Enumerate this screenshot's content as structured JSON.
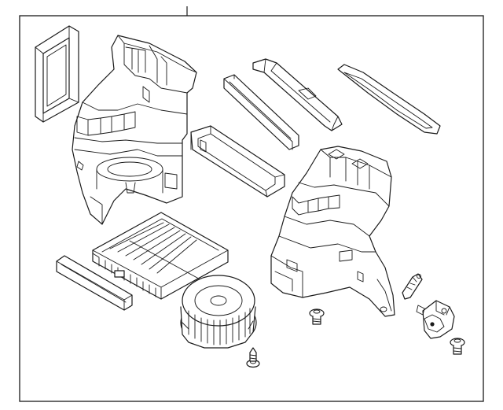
{
  "diagram": {
    "title": "",
    "background": "#ffffff",
    "line_color": "#1a1a1a",
    "parts": [
      {
        "name": "cabin-filter-frame"
      },
      {
        "name": "upper-heater-case"
      },
      {
        "name": "filter-cover"
      },
      {
        "name": "duct-seal-short"
      },
      {
        "name": "duct-seal-long"
      },
      {
        "name": "gasket-strip"
      },
      {
        "name": "cabin-air-filter"
      },
      {
        "name": "filter-door"
      },
      {
        "name": "blower-housing"
      },
      {
        "name": "blower-motor"
      },
      {
        "name": "actuator-arm"
      },
      {
        "name": "actuator-motor"
      },
      {
        "name": "screw"
      }
    ]
  }
}
